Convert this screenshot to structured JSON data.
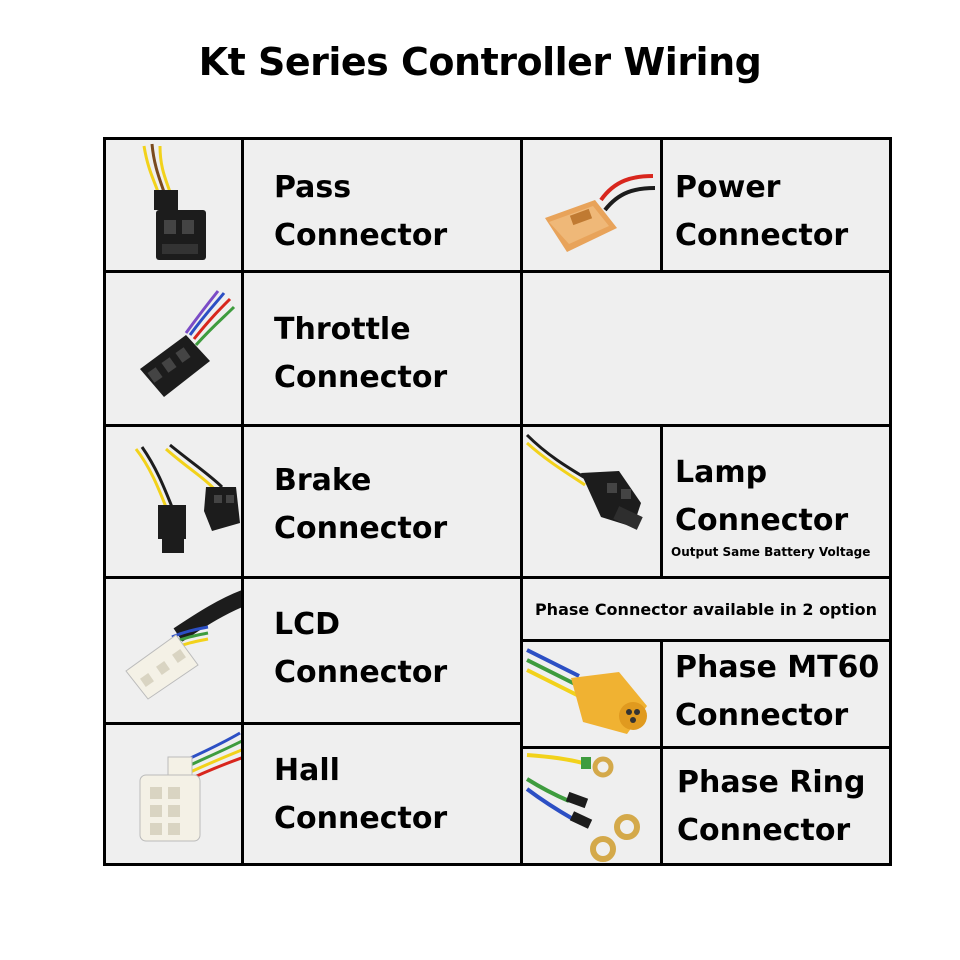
{
  "title": "Kt Series Controller Wiring",
  "connectors": {
    "pass": {
      "line1": "Pass",
      "line2": "Connector",
      "icon": "pass-connector-icon"
    },
    "power": {
      "line1": "Power",
      "line2": "Connector",
      "icon": "xt60-power-connector-icon"
    },
    "throttle": {
      "line1": "Throttle",
      "line2": "Connector",
      "icon": "throttle-connector-icon"
    },
    "brake": {
      "line1": "Brake",
      "line2": "Connector",
      "icon": "brake-connector-icon"
    },
    "lamp": {
      "line1": "Lamp",
      "line2": "Connector",
      "note": "Output Same Battery Voltage",
      "icon": "lamp-connector-icon"
    },
    "lcd": {
      "line1": "LCD",
      "line2": "Connector",
      "icon": "lcd-connector-icon"
    },
    "hall": {
      "line1": "Hall",
      "line2": "Connector",
      "icon": "hall-connector-icon"
    },
    "phase_mt60": {
      "line1": "Phase MT60",
      "line2": "Connector",
      "icon": "mt60-phase-connector-icon"
    },
    "phase_ring": {
      "line1": "Phase Ring",
      "line2": "Connector",
      "icon": "ring-terminal-connector-icon"
    }
  },
  "phase_note": "Phase Connector available in 2 option",
  "colors": {
    "cell_bg": "#efefef",
    "border": "#000000",
    "connector_black": "#1c1c1c",
    "connector_white": "#f4f1e6",
    "xt60_orange": "#e8a35a",
    "mt60_yellow": "#f0b232",
    "wire_yellow": "#f2d21b",
    "wire_blue": "#2c4fc4",
    "wire_green": "#3e9c3e",
    "wire_red": "#d8261d",
    "ring_brass": "#d4a94a"
  }
}
